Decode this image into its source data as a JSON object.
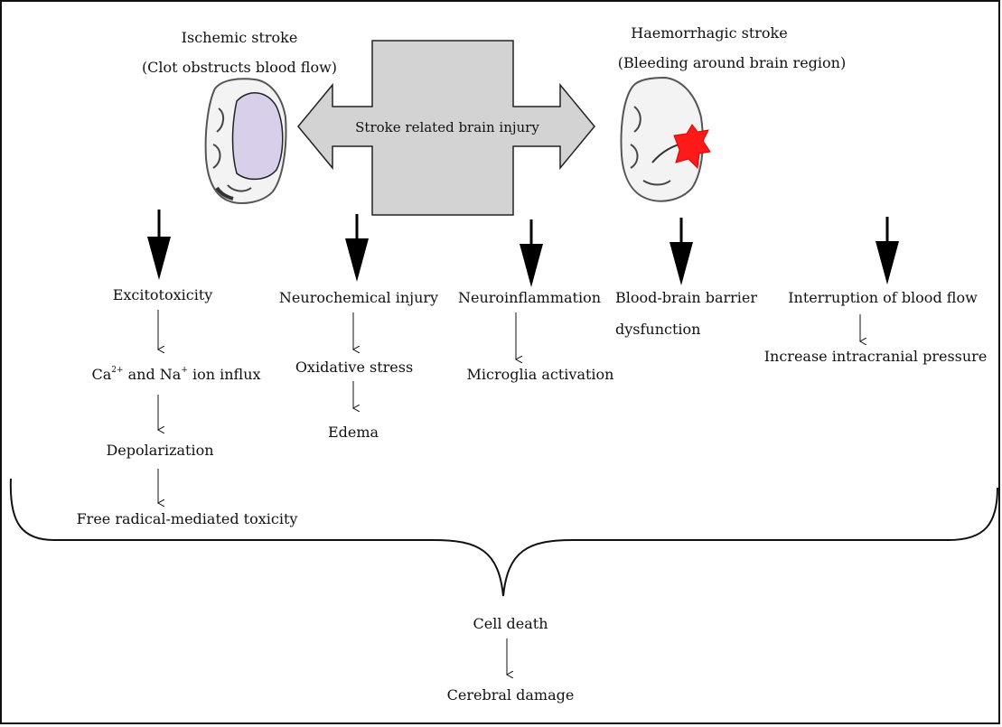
{
  "diagram": {
    "center": {
      "label": "Stroke related brain injury"
    },
    "ischemic": {
      "title": "Ischemic stroke",
      "subtitle": "(Clot obstructs blood flow)"
    },
    "haemorrhagic": {
      "title": "Haemorrhagic stroke",
      "subtitle": "(Bleeding around brain region)"
    },
    "branches": {
      "excitotoxicity": {
        "head": "Excitotoxicity",
        "influx": {
          "ca": "Ca",
          "ca_sup": "2+",
          "and_na": " and Na",
          "na_sup": "+",
          "rest": " ion influx"
        },
        "depolarization": "Depolarization",
        "free_radical": "Free radical-mediated toxicity"
      },
      "neurochemical": {
        "head": "Neurochemical injury",
        "step1": "Oxidative stress",
        "step2": "Edema"
      },
      "neuroinflammation": {
        "head": "Neuroinflammation",
        "step1": "Microglia activation"
      },
      "bbb": {
        "line1": "Blood-brain barrier",
        "line2": "dysfunction"
      },
      "blood_flow": {
        "head": "Interruption of blood flow",
        "step1": "Increase intracranial pressure"
      }
    },
    "outcome": {
      "cell_death": "Cell death",
      "cerebral_damage": "Cerebral damage"
    },
    "colors": {
      "box_fill": "#d3d3d3",
      "ischemic_region": "#d8d0ea",
      "bleed": "#ff1a1a",
      "line": "#111111"
    }
  }
}
